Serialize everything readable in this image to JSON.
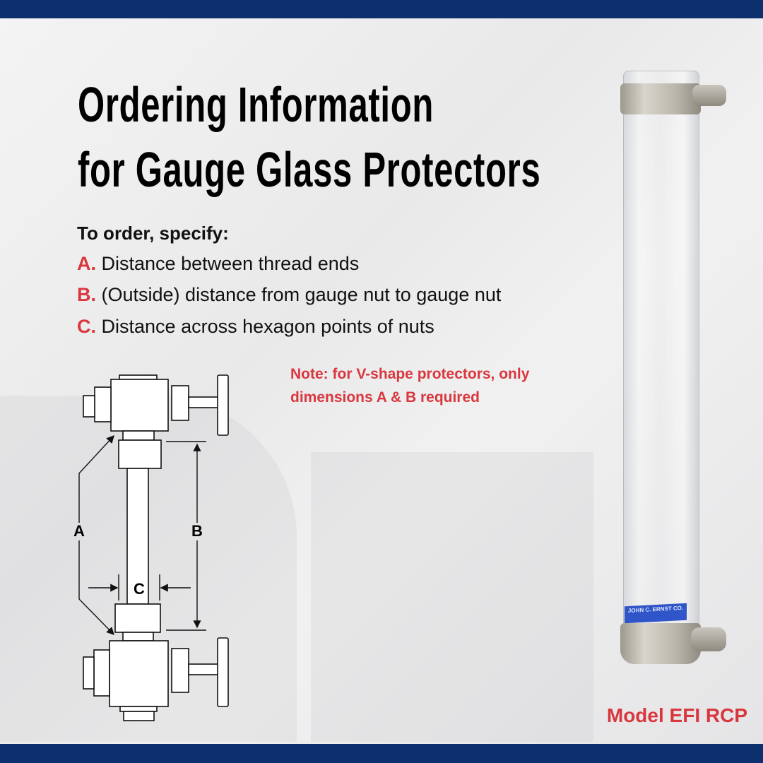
{
  "title": {
    "line1": "Ordering Information",
    "line2": "for Gauge Glass Protectors"
  },
  "instructions": {
    "heading": "To order, specify:",
    "items": [
      {
        "letter": "A.",
        "text": "Distance between thread ends"
      },
      {
        "letter": "B.",
        "text": "(Outside) distance from gauge nut to gauge nut"
      },
      {
        "letter": "C.",
        "text": "Distance across hexagon points of nuts"
      }
    ]
  },
  "note": {
    "line1": "Note: for V-shape protectors, only",
    "line2": "dimensions A & B required"
  },
  "diagram": {
    "label_a": "A",
    "label_b": "B",
    "label_c": "C"
  },
  "product": {
    "label": "JOHN C. ERNST CO.",
    "model": "Model EFI RCP"
  },
  "colors": {
    "accent": "#d9373e",
    "bar": "#0c2f6e"
  }
}
